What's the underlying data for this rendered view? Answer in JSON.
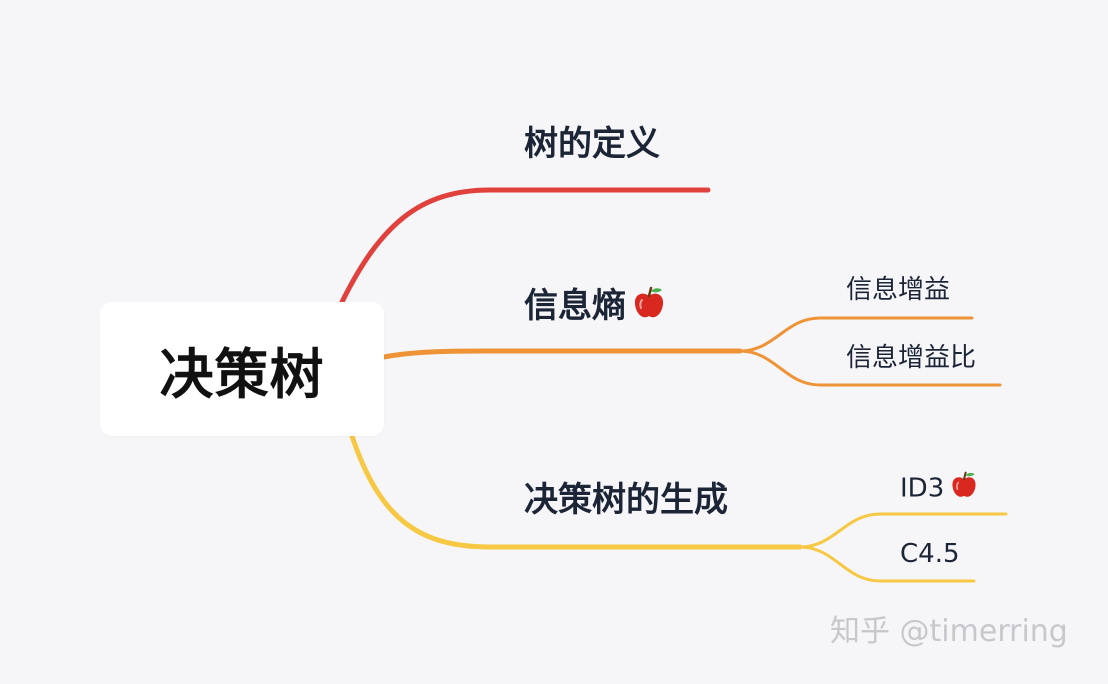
{
  "root": {
    "label": "决策树"
  },
  "branches": [
    {
      "label": "树的定义",
      "color": "#e0413d",
      "children": []
    },
    {
      "label": "信息熵",
      "color": "#ef9436",
      "icon": "apple-icon",
      "children": [
        {
          "label": "信息增益"
        },
        {
          "label": "信息增益比"
        }
      ]
    },
    {
      "label": "决策树的生成",
      "color": "#f7c843",
      "children": [
        {
          "label": "ID3",
          "icon": "apple-icon"
        },
        {
          "label": "C4.5"
        }
      ]
    }
  ],
  "watermark": "知乎 @timerring"
}
